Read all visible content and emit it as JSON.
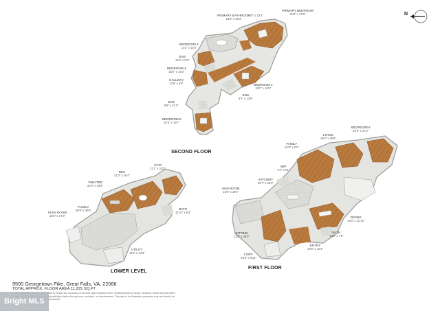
{
  "compass": {
    "label": "N"
  },
  "floors": {
    "second": {
      "title": "SECOND FLOOR"
    },
    "lower": {
      "title": "LOWER LEVEL"
    },
    "first": {
      "title": "FIRST FLOOR"
    }
  },
  "rooms": {
    "primary_bathroom": {
      "name": "PRIMARY BATHROOM",
      "dim": "13'8\" x 20'3\""
    },
    "closet_top": {
      "name": "",
      "dim": "6'5\" x 13'5\""
    },
    "primary_bedroom": {
      "name": "PRIMARY BEDROOM",
      "dim": "21'8\" x 17'8\""
    },
    "bedroom3": {
      "name": "BEDROOM 3",
      "dim": "14'2\" x 13'4\""
    },
    "ens1": {
      "name": "ENS",
      "dim": "11'3\" x 5'3\""
    },
    "bedroom4": {
      "name": "BEDROOM 4",
      "dim": "15'5\" x 16'2\""
    },
    "hallway": {
      "name": "HALLWAY",
      "dim": "13'8\" x 4'9\""
    },
    "bedroom2": {
      "name": "BEDROOM 2",
      "dim": "18'2\" x 16'6\""
    },
    "ens2": {
      "name": "ENS",
      "dim": "6'3\" x 12'8\""
    },
    "ens3": {
      "name": "ENS",
      "dim": "8'8\" x 4'10\""
    },
    "bedroom5": {
      "name": "BEDROOM 5",
      "dim": "22'6\" x 18'7\""
    },
    "gym": {
      "name": "GYM",
      "dim": "21'1\" x 16'3\""
    },
    "rec": {
      "name": "REC",
      "dim": "21'3\" x 30'4\""
    },
    "theatre": {
      "name": "THEATRE",
      "dim": "21'9\" x 23'8\""
    },
    "family_lower": {
      "name": "FAMILY",
      "dim": "30'8\" x 40'6\""
    },
    "flex_room": {
      "name": "FLEX ROOM",
      "dim": "18'3\" x 17'3\""
    },
    "bath_lower": {
      "name": "BATH",
      "dim": "11'10\" x 6'3\""
    },
    "utility": {
      "name": "UTILITY",
      "dim": "11'6\" x 14'3\""
    },
    "family_first": {
      "name": "FAMILY",
      "dim": "12'8\" x 8'2\""
    },
    "living": {
      "name": "LIVING",
      "dim": "18'4\" x 26'6\""
    },
    "bedroom6": {
      "name": "BEDROOM 6",
      "dim": "22'0\" x 17'2\""
    },
    "wip": {
      "name": "WIP",
      "dim": "7'4\" x 8'1\""
    },
    "kitchen": {
      "name": "KITCHEN",
      "dim": "30'7\" x 16'3\""
    },
    "sun_room": {
      "name": "SUN ROOM",
      "dim": "16'8\" x 19'4\""
    },
    "sitting": {
      "name": "SITTING",
      "dim": "23'6\" x 36'0\""
    },
    "dining": {
      "name": "DINING",
      "dim": "14'0\" x 22'10\""
    },
    "bath_first": {
      "name": "BATH",
      "dim": "10'5\" x 7'6\""
    },
    "entry": {
      "name": "ENTRY",
      "dim": "10'5\" x 12'3\""
    },
    "lcry": {
      "name": "L'DRY",
      "dim": "8'10\" x 9'11\""
    }
  },
  "footer": {
    "address": "9500 Georgetown Pike, Great Falls, VA, 22066",
    "total_area": "TOTAL APPROX. FLOOR AREA 11,225 SQ.FT",
    "disclaimer": "Whilst every attempt has been made to ensure the accuracy of the floor plan contained here, measurements of doors, windows, rooms and any other items are approximate and no responsibility is taken for any error, omission, or misstatement. This plan is for illustrative purposes only and should be used as such by any prospective purchaser."
  },
  "watermark": {
    "text": "Bright MLS"
  },
  "colors": {
    "wood": "#b97a3e",
    "wood_dark": "#8a5526",
    "tile": "#d9d9d6",
    "wall": "#ececea",
    "shadow": "#9a9a98"
  }
}
